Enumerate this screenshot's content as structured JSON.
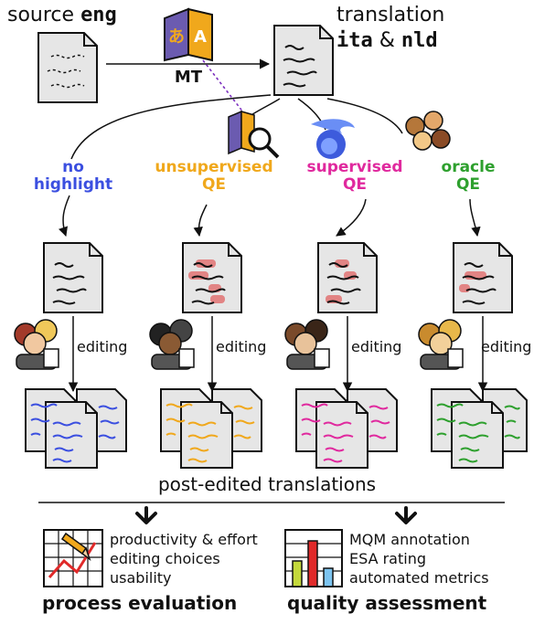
{
  "header": {
    "source_word": "source",
    "source_lang": "eng",
    "translation_word": "translation",
    "target_lang_1": "ita",
    "ampersand": "&",
    "target_lang_2": "nld",
    "mt_label": "MT"
  },
  "conditions": [
    {
      "line1": "no",
      "line2": "highlight",
      "color": "#3b4fe0"
    },
    {
      "line1": "unsupervised",
      "line2": "QE",
      "color": "#f0a81c"
    },
    {
      "line1": "supervised",
      "line2": "QE",
      "color": "#e0299e"
    },
    {
      "line1": "oracle",
      "line2": "QE",
      "color": "#2ea02e"
    }
  ],
  "editing_label": "editing",
  "post_edited_label": "post-edited translations",
  "process": {
    "items": [
      "productivity & effort",
      "editing choices",
      "usability"
    ],
    "title": "process evaluation"
  },
  "quality": {
    "items": [
      "MQM annotation",
      "ESA rating",
      "automated metrics"
    ],
    "title": "quality assessment"
  },
  "colors": {
    "highlight": "#e05a5a",
    "mt_icon_bg": "#6b5bb0",
    "mt_icon_accent": "#f0a81c",
    "doc_fill": "#e6e6e6"
  }
}
